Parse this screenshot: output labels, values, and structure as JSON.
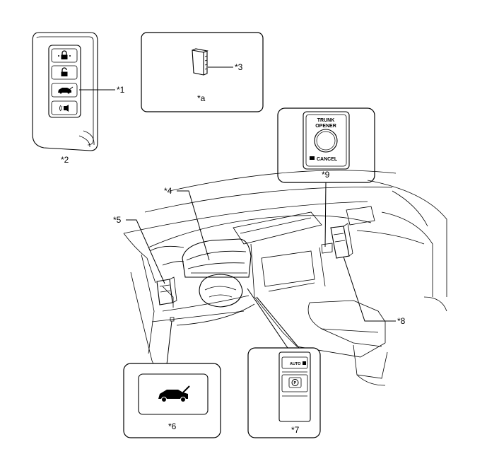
{
  "callouts": {
    "c1": "*1",
    "c2": "*2",
    "c3": "*3",
    "a": "*a",
    "c4": "*4",
    "c5": "*5",
    "c6": "*6",
    "c7": "*7",
    "c8": "*8",
    "c9": "*9"
  },
  "trunk_switch": {
    "line1": "TRUNK",
    "line2": "OPENER",
    "cancel": "CANCEL"
  },
  "console_switch": {
    "auto_label": "AUTO"
  },
  "icons": [
    "lock-icon",
    "unlock-icon",
    "trunk-open-icon",
    "panic-icon",
    "car-trunk-open-icon",
    "parking-brake-icon"
  ]
}
